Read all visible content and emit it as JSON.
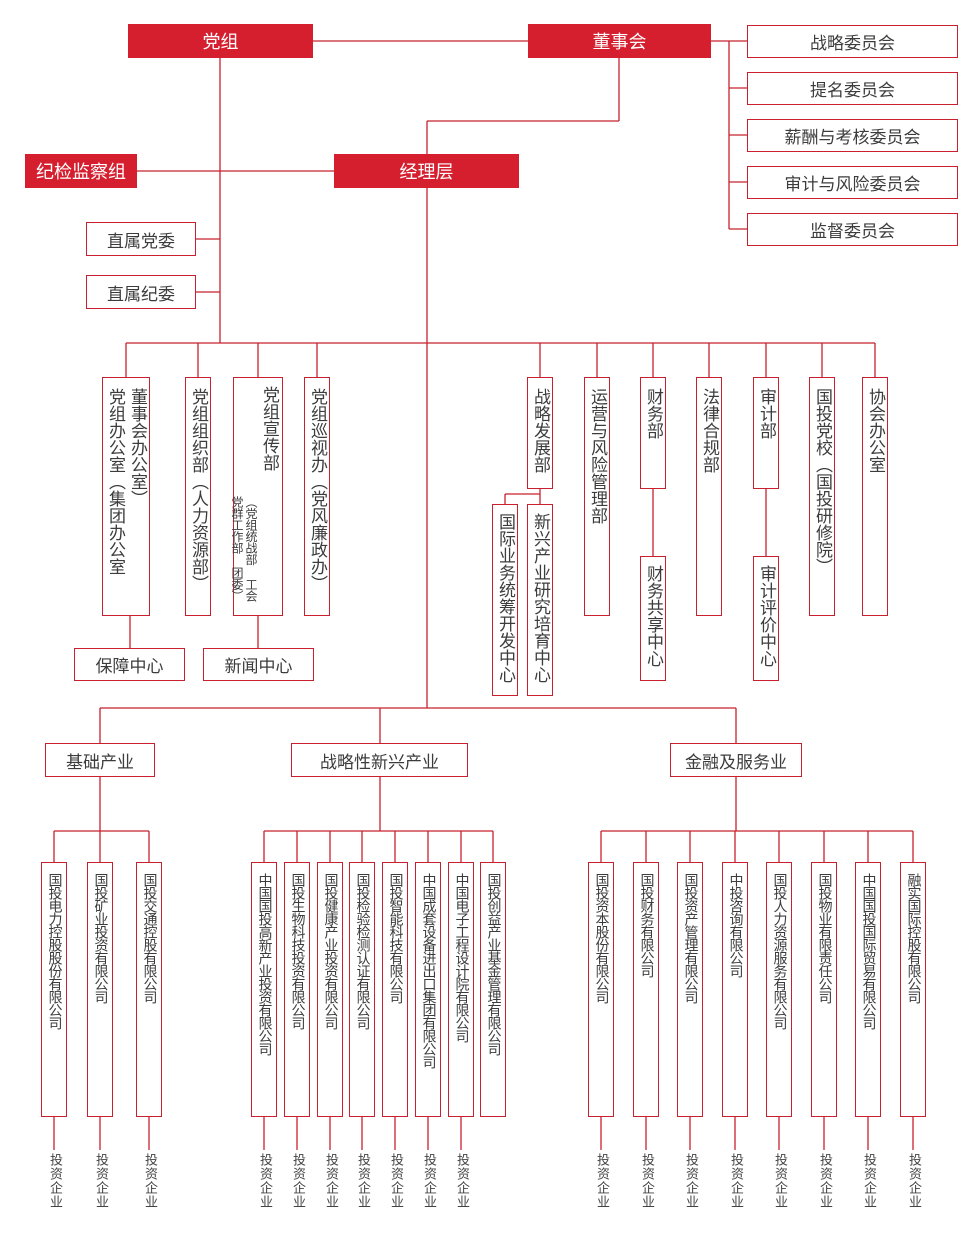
{
  "top": {
    "party_group": "党组",
    "board": "董事会",
    "discipline": "纪检监察组",
    "management": "经理层",
    "direct_party": "直属党委",
    "direct_discipline": "直属纪委"
  },
  "committees": [
    "战略委员会",
    "提名委员会",
    "薪酬与考核委员会",
    "审计与风险委员会",
    "监督委员会"
  ],
  "departments": {
    "office_a": "董事会办公室）",
    "office_b": "党组办公室（集团办公室",
    "org_a": "党组组织部",
    "org_b": "（人力资源部）",
    "pub_a": "党组宣传部",
    "pub_b": "（党组统战部 工会",
    "pub_c": "党群工作部 团委）",
    "inspect_a": "党组巡视办",
    "inspect_b": "（党风廉政办）",
    "strategy": "战略发展部",
    "ops": "运营与风险管理部",
    "finance": "财务部",
    "legal": "法律合规部",
    "audit": "审计部",
    "school_a": "国投党校",
    "school_b": "（国投研修院）",
    "assoc": "协会办公室"
  },
  "sub_units": {
    "support": "保障中心",
    "news": "新闻中心",
    "intl_dev": "国际业务统筹开发中心",
    "emerging": "新兴产业研究培育中心",
    "fin_share": "财务共享中心",
    "audit_eval": "审计评价中心"
  },
  "sectors": [
    "基础产业",
    "战略性新兴产业",
    "金融及服务业"
  ],
  "companies": [
    "国投电力控股股份有限公司",
    "国投矿业投资有限公司",
    "国投交通控股有限公司",
    "中国国投高新产业投资有限公司",
    "国投生物科技投资有限公司",
    "国投健康产业投资有限公司",
    "国投检验检测认证有限公司",
    "国投智能科技有限公司",
    "中国成套设备进出口集团有限公司",
    "中国电子工程设计院有限公司",
    "国投创益产业基金管理有限公司",
    "国投资本股份有限公司",
    "国投财务有限公司",
    "国投资产管理有限公司",
    "中投咨询有限公司",
    "国投人力资源服务有限公司",
    "国投物业有限责任公司",
    "中国国投国际贸易有限公司",
    "融实国际控股有限公司"
  ],
  "invest_label": "投资企业",
  "colors": {
    "accent": "#d51f2f",
    "line": "#c8202f",
    "text": "#3c3c3c"
  }
}
